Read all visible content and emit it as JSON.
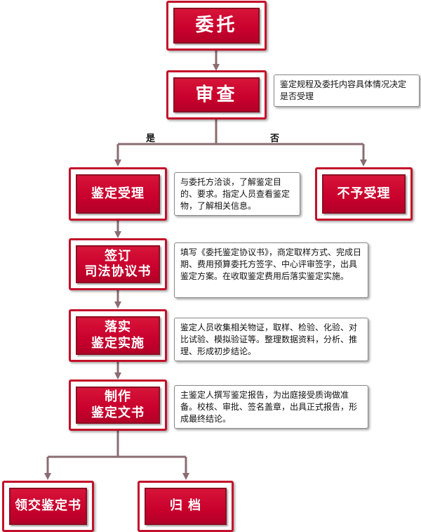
{
  "nodes": {
    "entrust": "委托",
    "review": "审查",
    "accept": "鉴定受理",
    "reject": "不予受理",
    "sign_line1": "签订",
    "sign_line2": "司法协议书",
    "implement_line1": "落实",
    "implement_line2": "鉴定实施",
    "produce_line1": "制作",
    "produce_line2": "鉴定文书",
    "collect": "领交鉴定书",
    "archive": "归 档"
  },
  "branches": {
    "yes": "是",
    "no": "否"
  },
  "notes": {
    "review": "鉴定规程及委托内容具体情况决定是否受理",
    "accept": "与委托方洽谈，了解鉴定目的、要求。指定人员查看鉴定物，了解相关信息。",
    "sign": "填写《委托鉴定协议书》，商定取样方式、完成日期、费用预算委托方签字、中心评审签字，出具鉴定方案。在收取鉴定费用后落实鉴定实施。",
    "implement": "鉴定人员收集相关物证，取样、检验、化验、对比试验、模拟验证等。整理数据资料，分析、推理、形成初步结论。",
    "produce": "主鉴定人撰写鉴定报告，为出庭接受质询做准备。校核、审批、签名盖章，出具正式报告，形成最终结论。"
  },
  "colors": {
    "box_border": "#c4102a",
    "box_fill": "#c8002c",
    "arrow": "#8a6c72",
    "text_on_box": "#ffffff"
  }
}
